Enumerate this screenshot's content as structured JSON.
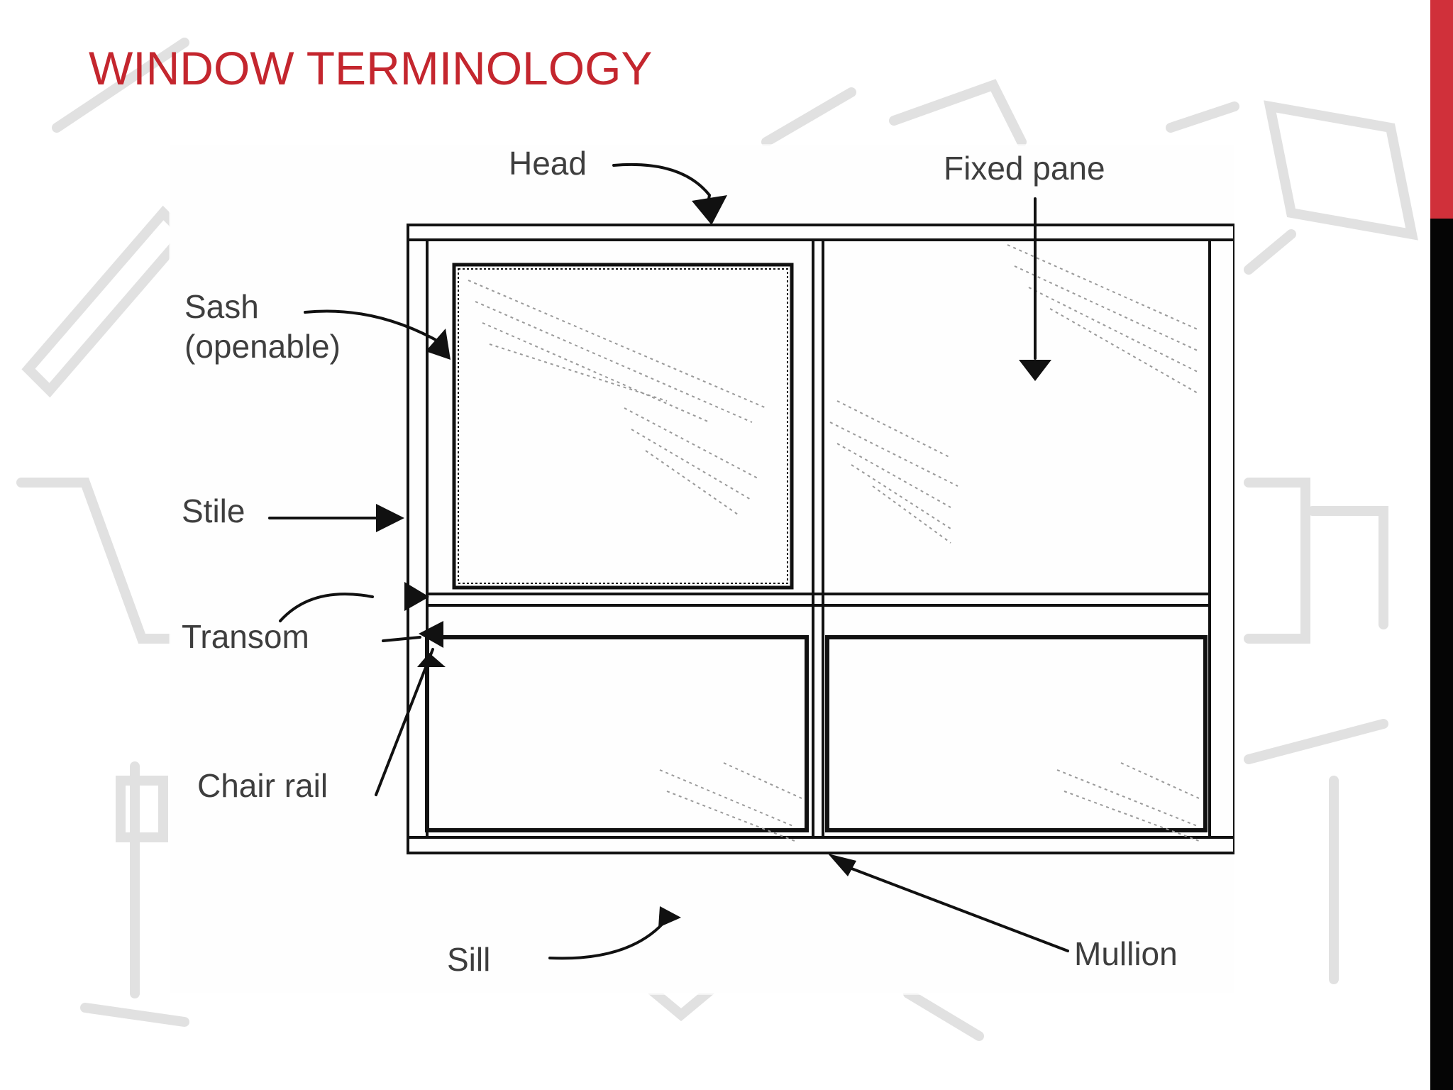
{
  "slide": {
    "title": "WINDOW TERMINOLOGY",
    "title_color": "#c4262e",
    "accent_colors": [
      "#d0303a",
      "#050505"
    ]
  },
  "diagram": {
    "labels": {
      "head": "Head",
      "fixed_pane": "Fixed pane",
      "sash": "Sash",
      "sash_note": "(openable)",
      "stile": "Stile",
      "transom": "Transom",
      "chair_rail": "Chair rail",
      "sill": "Sill",
      "mullion": "Mullion"
    }
  }
}
